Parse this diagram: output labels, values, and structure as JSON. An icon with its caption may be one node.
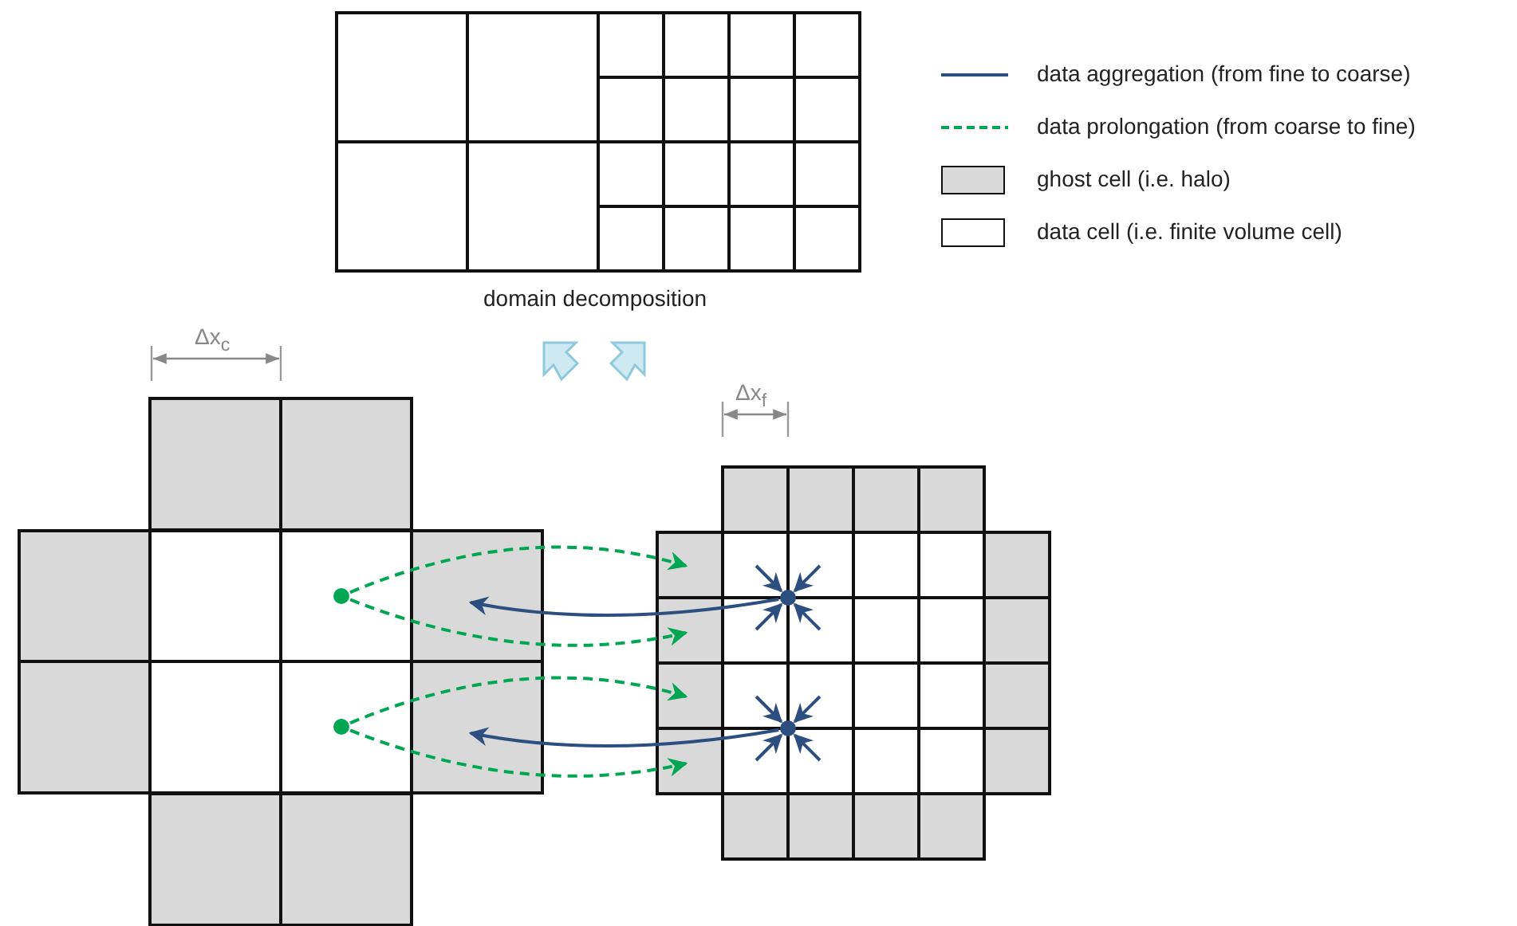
{
  "diagram": {
    "nodes": [
      {
        "text": [],
        "shape": "circle"
      },
      {
        "text": [],
        "shape": "circle"
      },
      {
        "text": [],
        "shape": "circle"
      },
      {
        "text": [],
        "shape": "circle"
      }
    ],
    "edges": [
      {
        "from": 0,
        "to": null,
        "arrow": "to",
        "style": "dashed",
        "color": "#00a651"
      },
      {
        "from": 0,
        "to": null,
        "arrow": "to",
        "style": "dashed",
        "color": "#00a651"
      },
      {
        "from": 1,
        "to": null,
        "arrow": "to",
        "style": "dashed",
        "color": "#00a651"
      },
      {
        "from": 1,
        "to": null,
        "arrow": "to",
        "style": "dashed",
        "color": "#00a651"
      },
      {
        "from": 2,
        "to": null,
        "arrow": "to"
      },
      {
        "from": 3,
        "to": null,
        "arrow": "to"
      },
      {
        "from": null,
        "to": 2,
        "arrow": "to"
      },
      {
        "from": null,
        "to": 2,
        "arrow": "to"
      },
      {
        "from": null,
        "to": 2,
        "arrow": "to"
      },
      {
        "from": null,
        "to": 2,
        "arrow": "to"
      },
      {
        "from": null,
        "to": 3,
        "arrow": "to"
      },
      {
        "from": null,
        "to": 3,
        "arrow": "to"
      },
      {
        "from": null,
        "to": 3,
        "arrow": "to"
      },
      {
        "from": null,
        "to": 3,
        "arrow": "to"
      }
    ],
    "labels": [
      "domain decomposition",
      "Δx$_{c}$",
      "Δx$_{f}$"
    ],
    "legend": [
      {
        "text": "data aggregation (from fine to coarse)"
      },
      {
        "text": "data prolongation (from coarse to fine)"
      },
      {
        "text": "ghost cell (i.e. halo)",
        "color": "#d9d9d9"
      },
      {
        "text": "data cell (i.e. finite volume cell)",
        "color": "#ffffff"
      }
    ]
  }
}
